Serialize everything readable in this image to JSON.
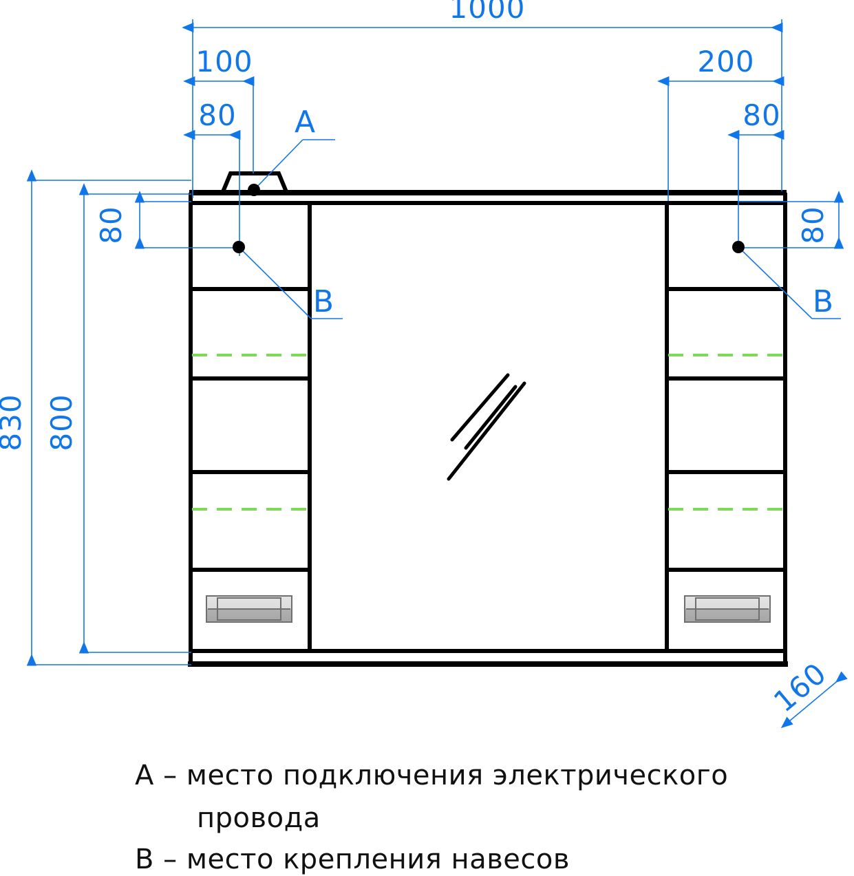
{
  "drawing": {
    "title": "Mirror cabinet technical drawing",
    "units": "mm",
    "colors": {
      "dimension": "#1177e8",
      "outline": "#000000",
      "shelf_marker": "#7ed957",
      "handle_light": "#d9d9d9",
      "handle_dark": "#a8a8a8"
    }
  },
  "dimensions": {
    "overall_width": "1000",
    "left_offset_100": "100",
    "left_offset_80": "80",
    "right_offset_200": "200",
    "right_offset_80": "80",
    "overall_height": "830",
    "body_height": "800",
    "top_offset_left_80": "80",
    "top_offset_right_80": "80",
    "depth": "160"
  },
  "callouts": {
    "a_label": "A",
    "b_label_left": "B",
    "b_label_right": "B"
  },
  "legend": {
    "line1": "A – место подключения электрического",
    "line2": "провода",
    "line3": "B – место крепления навесов"
  }
}
